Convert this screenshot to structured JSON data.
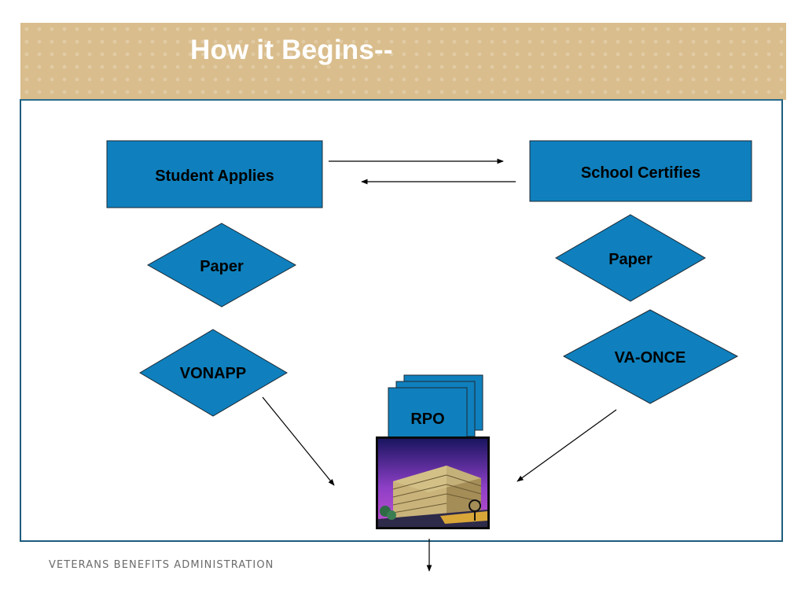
{
  "slide": {
    "title": "How it Begins--",
    "footer": "VETERANS BENEFITS ADMINISTRATION"
  },
  "diagram": {
    "student_box": "Student Applies",
    "school_box": "School Certifies",
    "student_paper": "Paper",
    "student_vonapp": "VONAPP",
    "school_paper": "Paper",
    "school_vaonce": "VA-ONCE",
    "rpo_label": "RPO"
  },
  "colors": {
    "header_bg": "#d9bd8c",
    "shape_fill": "#0f80bd",
    "frame_border": "#1d5c7d"
  }
}
